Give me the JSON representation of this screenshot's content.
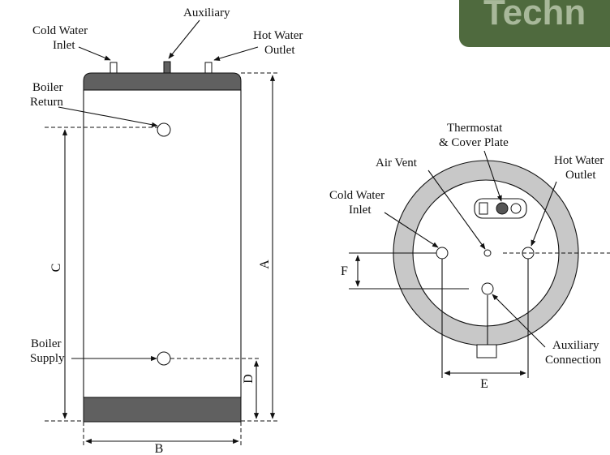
{
  "banner": {
    "text": "Techn",
    "bg_color": "#4f6a3e",
    "text_color": "#a8b89a"
  },
  "side_view": {
    "labels": {
      "cold_water_inlet": [
        "Cold Water",
        "Inlet"
      ],
      "auxiliary": "Auxiliary",
      "hot_water_outlet": [
        "Hot Water",
        "Outlet"
      ],
      "boiler_return": [
        "Boiler",
        "Return"
      ],
      "boiler_supply": [
        "Boiler",
        "Supply"
      ]
    },
    "dimensions": {
      "a": "A",
      "b": "B",
      "c": "C",
      "d": "D"
    }
  },
  "top_view": {
    "labels": {
      "thermostat_cover_plate": [
        "Thermostat",
        "& Cover Plate"
      ],
      "air_vent": "Air Vent",
      "hot_water_outlet": [
        "Hot Water",
        "Outlet"
      ],
      "cold_water_inlet": [
        "Cold Water",
        "Inlet"
      ],
      "auxiliary_connection": [
        "Auxiliary",
        "Connection"
      ]
    },
    "dimensions": {
      "e": "E",
      "f": "F"
    }
  },
  "colors": {
    "cap_gray": "#606060",
    "ring_gray": "#c8c8c8"
  }
}
